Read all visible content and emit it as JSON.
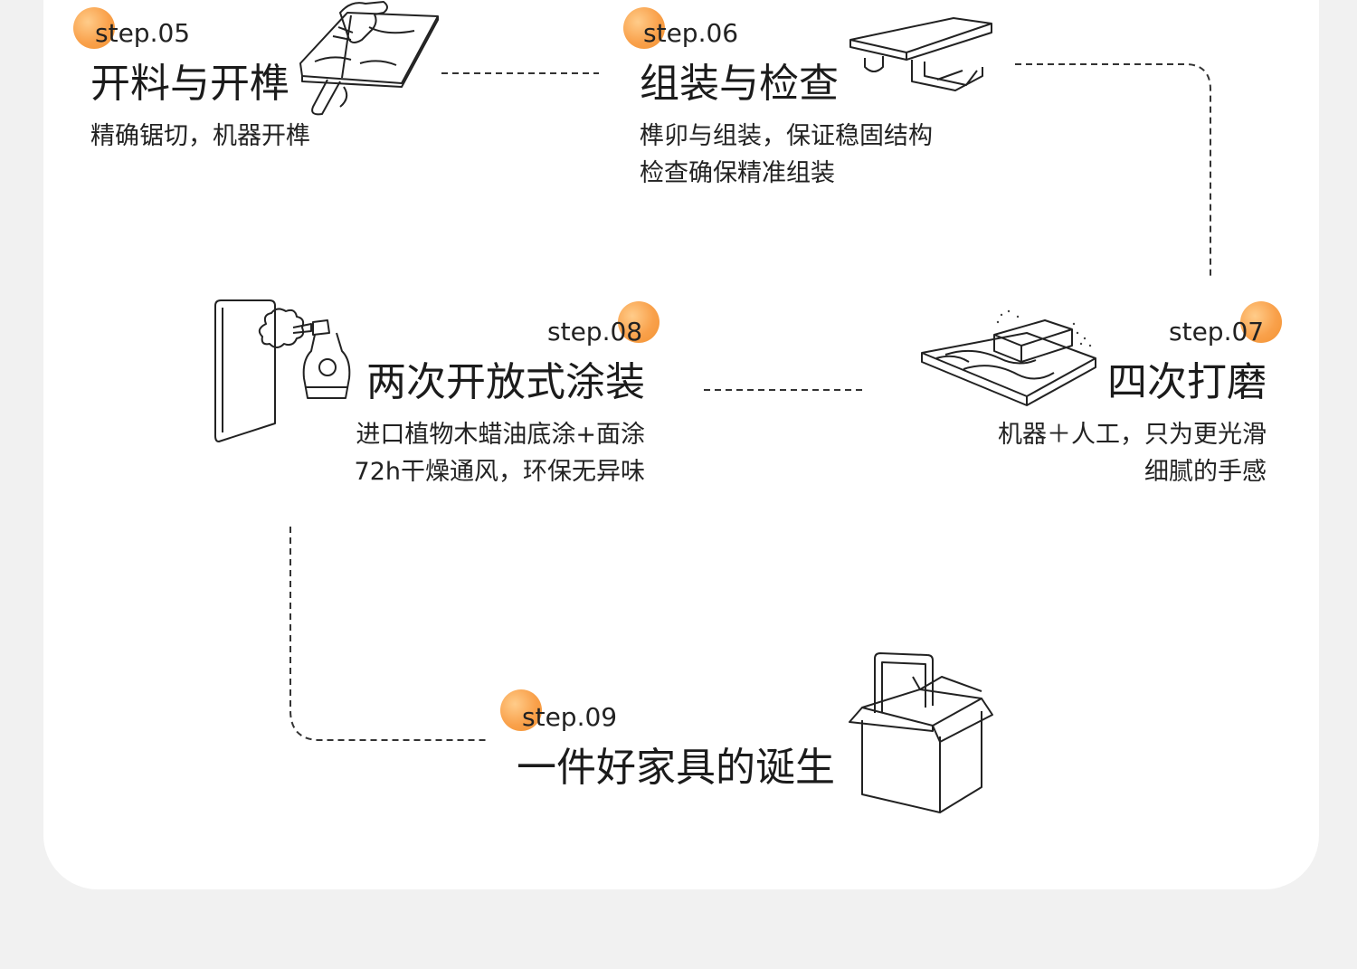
{
  "steps": {
    "s05": {
      "tag": "step.05",
      "title": "开料与开榫",
      "desc": [
        "精确锯切，机器开榫"
      ]
    },
    "s06": {
      "tag": "step.06",
      "title": "组装与检查",
      "desc": [
        "榫卯与组装，保证稳固结构",
        "检查确保精准组装"
      ]
    },
    "s07": {
      "tag": "step.07",
      "title": "四次打磨",
      "desc": [
        "机器＋人工，只为更光滑",
        "细腻的手感"
      ]
    },
    "s08": {
      "tag": "step.08",
      "title": "两次开放式涂装",
      "desc": [
        "进口植物木蜡油底涂+面涂",
        "72h干燥通风，环保无异味"
      ]
    },
    "s09": {
      "tag": "step.09",
      "title": "一件好家具的诞生"
    }
  },
  "icons": {
    "s05": "wood-cutting-icon",
    "s06": "shelf-assembly-icon",
    "s07": "sanding-block-icon",
    "s08": "spray-coating-icon",
    "s09": "cardboard-box-icon"
  },
  "colors": {
    "accent_orange": "#f39231",
    "background": "#f1f1f1",
    "card": "#ffffff",
    "text": "#222222"
  }
}
